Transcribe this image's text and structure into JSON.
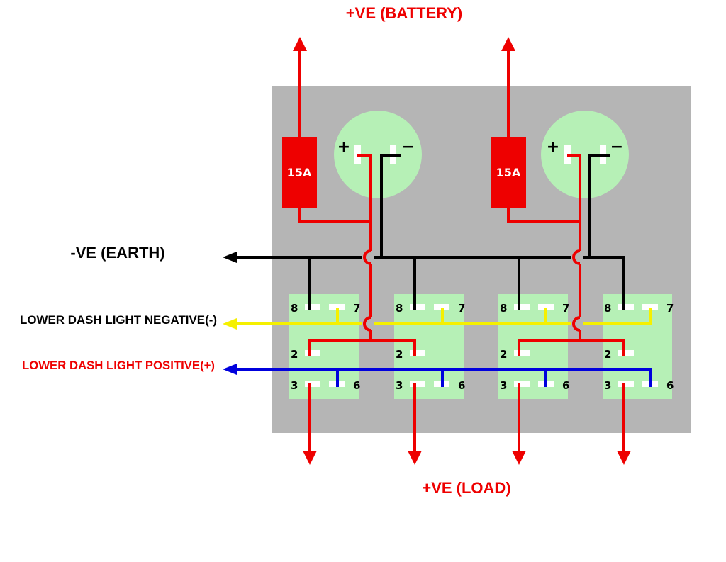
{
  "colors": {
    "panel": "#b5b5b5",
    "switch": "#b6f0b6",
    "positive": "#ee0000",
    "earth": "#000000",
    "dash_negative": "#f5f000",
    "dash_positive": "#0000dd",
    "terminal": "#ffffff"
  },
  "labels": {
    "battery": "+VE (BATTERY)",
    "earth": "-VE (EARTH)",
    "dash_negative": "LOWER DASH LIGHT NEGATIVE(-)",
    "dash_positive": "LOWER DASH LIGHT POSITIVE(+)",
    "load": "+VE (LOAD)"
  },
  "fuses": [
    {
      "rating": "15A"
    },
    {
      "rating": "15A"
    }
  ],
  "sockets": [
    {
      "plus": "+",
      "minus": "−"
    },
    {
      "plus": "+",
      "minus": "−"
    }
  ],
  "switches": [
    {
      "pins": {
        "p8": "8",
        "p7": "7",
        "p2": "2",
        "p3": "3",
        "p6": "6"
      }
    },
    {
      "pins": {
        "p8": "8",
        "p7": "7",
        "p2": "2",
        "p3": "3",
        "p6": "6"
      }
    },
    {
      "pins": {
        "p8": "8",
        "p7": "7",
        "p2": "2",
        "p3": "3",
        "p6": "6"
      }
    },
    {
      "pins": {
        "p8": "8",
        "p7": "7",
        "p2": "2",
        "p3": "3",
        "p6": "6"
      }
    }
  ]
}
